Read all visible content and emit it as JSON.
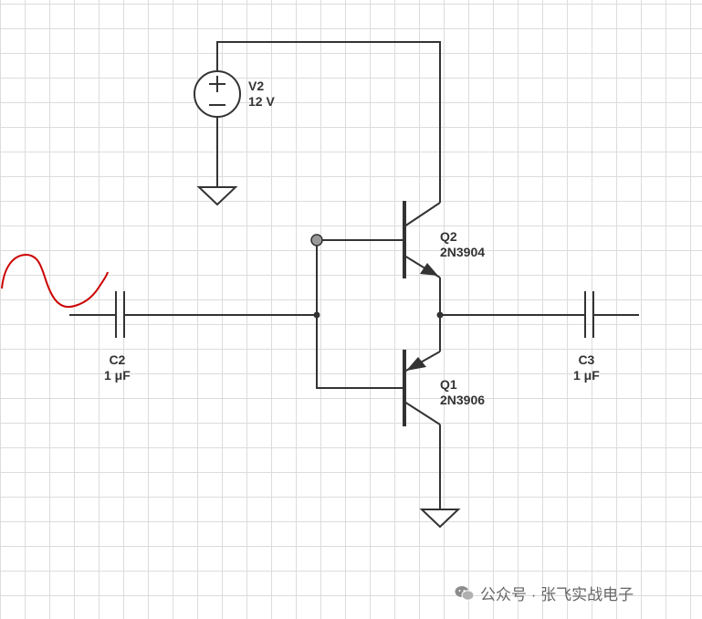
{
  "components": {
    "v2": {
      "name": "V2",
      "value": "12 V"
    },
    "q2": {
      "name": "Q2",
      "part": "2N3904"
    },
    "q1": {
      "name": "Q1",
      "part": "2N3906"
    },
    "c2": {
      "name": "C2",
      "value": "1 μF"
    },
    "c3": {
      "name": "C3",
      "value": "1 μF"
    }
  },
  "watermark": {
    "text": "公众号 · 张飞实战电子",
    "icon": "wechat-icon"
  },
  "colors": {
    "wire": "#333333",
    "grid": "#dcdcdc",
    "signal": "#cc0000"
  }
}
